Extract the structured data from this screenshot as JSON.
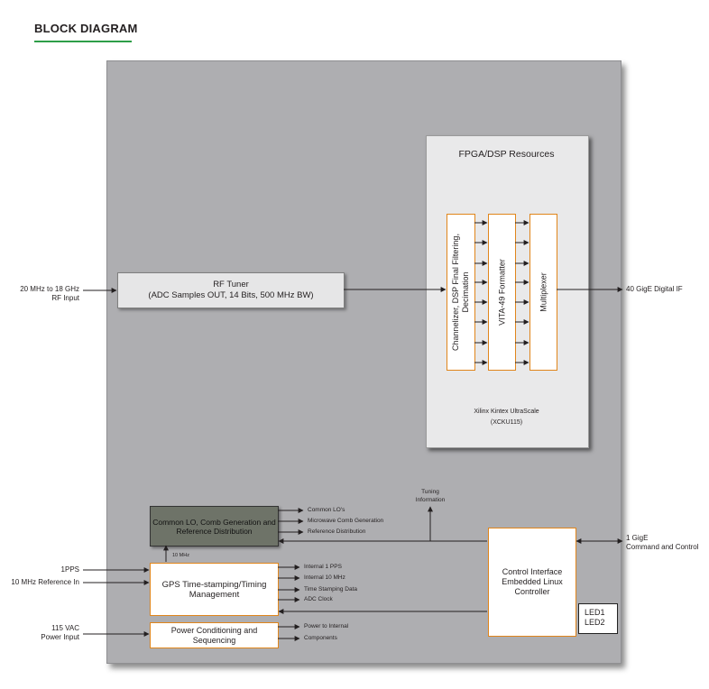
{
  "title": "BLOCK DIAGRAM",
  "fpga": {
    "title": "FPGA/DSP Resources",
    "footer_line1": "Xilinx Kintex UltraScale",
    "footer_line2": "(XCKU115)",
    "channelizer": "Channelizer, DSP Final Filtering,\nDecimation",
    "formatter": "VITA-49 Formatter",
    "multiplexer": "Multiplexer"
  },
  "rf_tuner": {
    "line1": "RF Tuner",
    "line2": "(ADC Samples OUT, 14 Bits, 500 MHz BW)"
  },
  "common_lo": "Common LO, Comb Generation and Reference Distribution",
  "gps": "GPS Time-stamping/Timing Management",
  "power": "Power Conditioning and Sequencing",
  "control": "Control Interface Embedded Linux Controller",
  "leds": [
    "LED1",
    "LED2"
  ],
  "inputs": {
    "rf_line1": "20 MHz to 18 GHz",
    "rf_line2": "RF Input",
    "pps": "1PPS",
    "ref10": "10 MHz Reference In",
    "vac_line1": "115 VAC",
    "vac_line2": "Power Input"
  },
  "outputs": {
    "digital_if": "40 GigE Digital IF",
    "gige_line1": "1 GigE",
    "gige_line2": "Command and Control"
  },
  "tuning_line1": "Tuning",
  "tuning_line2": "Information",
  "ten_mhz": "10 MHz",
  "common_outputs": [
    "Common LO's",
    "Microwave Comb Generation",
    "Reference Distribution"
  ],
  "gps_outputs": [
    "Internal 1 PPS",
    "Internal 10 MHz",
    "Time Stamping Data",
    "ADC Clock"
  ],
  "power_outputs": [
    "Power to Internal",
    "Components"
  ]
}
